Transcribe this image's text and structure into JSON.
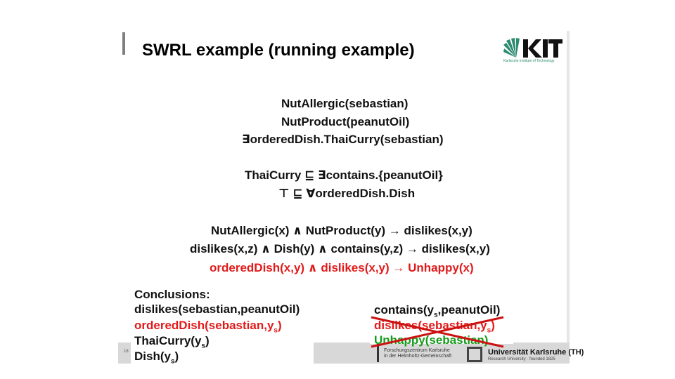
{
  "title": "SWRL example (running example)",
  "logo": {
    "text": "KIT",
    "subtitle": "Karlsruhe Institute of Technology",
    "color": "#2c8a70"
  },
  "facts": [
    "NutAllergic(sebastian)",
    "NutProduct(peanutOil)",
    "∃orderedDish.ThaiCurry(sebastian)"
  ],
  "axioms": [
    "ThaiCurry ⊑ ∃contains.{peanutOil}",
    "⊤ ⊑ ∀orderedDish.Dish"
  ],
  "rules": [
    "NutAllergic(x) ∧ NutProduct(y) → dislikes(x,y)",
    "dislikes(x,z) ∧ Dish(y) ∧ contains(y,z) → dislikes(x,y)",
    "orderedDish(x,y) ∧ dislikes(x,y) → Unhappy(x)"
  ],
  "conclusions": {
    "heading": "Conclusions:",
    "left": [
      {
        "text": "dislikes(sebastian,peanutOil)",
        "sub": "",
        "tail": ""
      },
      {
        "text": "orderedDish(sebastian,y",
        "sub": "s",
        "tail": ")"
      },
      {
        "text": "ThaiCurry(y",
        "sub": "s",
        "tail": ")"
      },
      {
        "text": "Dish(y",
        "sub": "s",
        "tail": ")"
      }
    ],
    "right": [
      {
        "text": "contains(y",
        "sub": "s",
        "tail": ",peanutOil)"
      },
      {
        "text": "dislikes(sebastian,y",
        "sub": "s",
        "tail": ")"
      },
      {
        "text": "Unhappy(sebastian)",
        "sub": "",
        "tail": ""
      }
    ]
  },
  "footer": {
    "page_number": "18",
    "fzk_line1": "Forschungszentrum Karlsruhe",
    "fzk_line2": "in der Helmholtz-Gemeinschaft",
    "uni_name": "Universität Karlsruhe (TH)",
    "uni_sub": "Research University · founded 1825"
  },
  "colors": {
    "highlight": "#e21a1a",
    "derived": "#179a1c",
    "cross": "#cc1111"
  }
}
